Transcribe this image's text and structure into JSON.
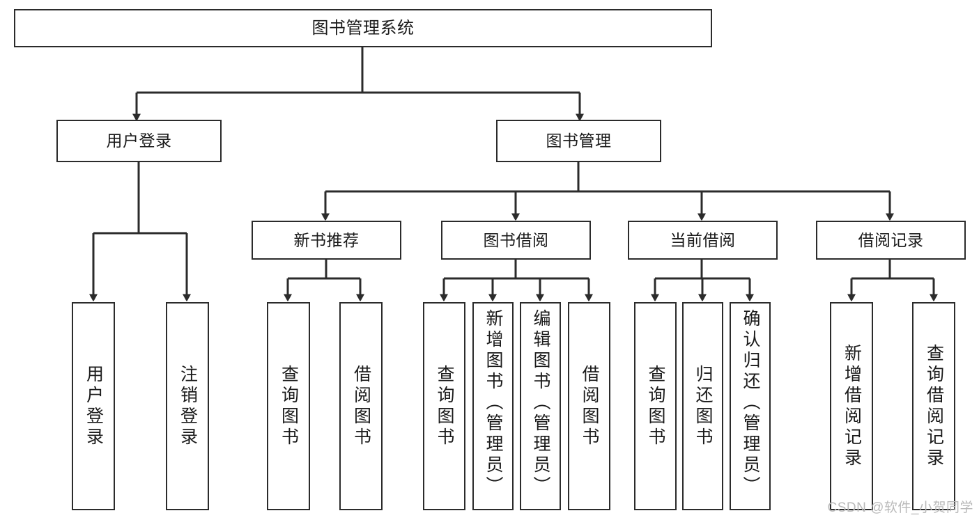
{
  "diagram": {
    "title": "图书管理系统",
    "type": "功能结构图",
    "stroke_color": "#2b2b2b",
    "background_color": "#ffffff",
    "text_color": "#1a1a1a"
  },
  "nodes": {
    "root": {
      "label": "图书管理系统",
      "orientation": "horizontal"
    },
    "level1": [
      {
        "label": "用户登录",
        "orientation": "horizontal"
      },
      {
        "label": "图书管理",
        "orientation": "horizontal"
      }
    ],
    "level2": [
      {
        "label": "新书推荐",
        "orientation": "horizontal"
      },
      {
        "label": "图书借阅",
        "orientation": "horizontal"
      },
      {
        "label": "当前借阅",
        "orientation": "horizontal"
      },
      {
        "label": "借阅记录",
        "orientation": "horizontal"
      }
    ],
    "leaves": {
      "user_login": [
        {
          "label": "用户登录",
          "orientation": "vertical"
        },
        {
          "label": "注销登录",
          "orientation": "vertical"
        }
      ],
      "new_book_recommend": [
        {
          "label": "查询图书",
          "orientation": "vertical"
        },
        {
          "label": "借阅图书",
          "orientation": "vertical"
        }
      ],
      "book_borrow": [
        {
          "label": "查询图书",
          "orientation": "vertical"
        },
        {
          "label": "新增图书（管理员）",
          "orientation": "vertical"
        },
        {
          "label": "编辑图书（管理员）",
          "orientation": "vertical"
        },
        {
          "label": "借阅图书",
          "orientation": "vertical"
        }
      ],
      "current_borrow": [
        {
          "label": "查询图书",
          "orientation": "vertical"
        },
        {
          "label": "归还图书",
          "orientation": "vertical"
        },
        {
          "label": "确认归还（管理员）",
          "orientation": "vertical"
        }
      ],
      "borrow_record": [
        {
          "label": "新增借阅记录",
          "orientation": "vertical"
        },
        {
          "label": "查询借阅记录",
          "orientation": "vertical"
        }
      ]
    }
  },
  "watermark": {
    "text": "CSDN @软件_小贺同学"
  }
}
